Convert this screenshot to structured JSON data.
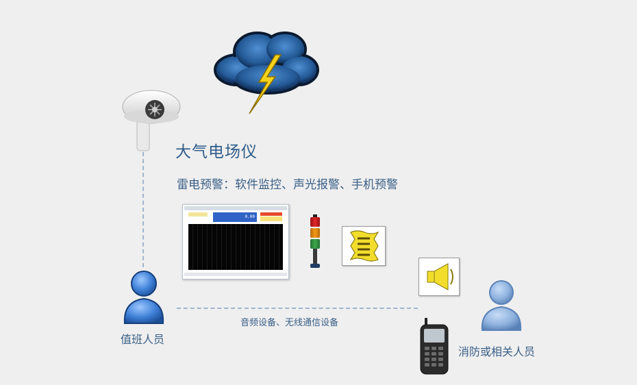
{
  "title": "大气电场仪",
  "subtitle": "雷电预警：软件监控、声光报警、手机预警",
  "duty_label": "值班人员",
  "fire_label": "消防或相关人员",
  "audio_label": "音频设备、无线通信设备",
  "software_reading": "0.00",
  "colors": {
    "text_primary": "#2f5c8a",
    "dashed_line": "#9fb4cc",
    "person_blue": "#3d7fd6",
    "siren_yellow": "#f2dd2c",
    "tower_red": "#e0262a",
    "tower_orange": "#f39a1c",
    "tower_green": "#3ea84b",
    "lightning": "#f6d21a"
  },
  "icons": {
    "cloud": "storm-cloud-icon",
    "sensor": "field-mill-sensor-icon",
    "duty_person": "person-icon",
    "fire_person": "person-icon",
    "tower": "tower-light-icon",
    "siren": "siren-icon",
    "speaker": "speaker-icon",
    "phone": "mobile-phone-icon"
  }
}
